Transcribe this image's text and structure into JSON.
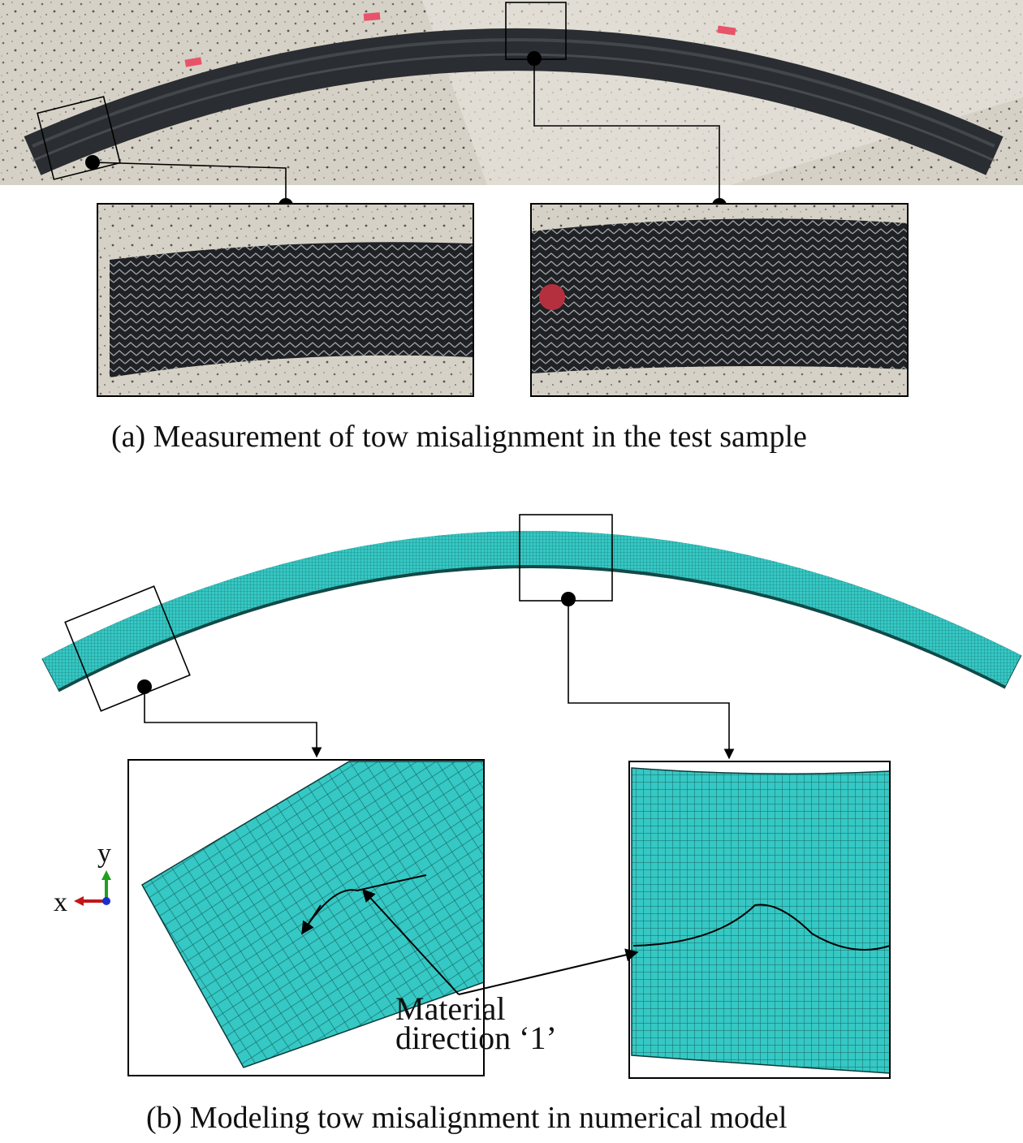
{
  "panel_a": {
    "caption": "(a) Measurement of tow misalignment in the test sample",
    "colors": {
      "background": "#d4cfc4",
      "sample": "#26292c",
      "marker": "#e8536a"
    }
  },
  "panel_b": {
    "caption": "(b) Modeling tow misalignment in numerical model",
    "annotation_line1": "Material",
    "annotation_line2": "direction ‘1’",
    "axis_x": "x",
    "axis_y": "y",
    "colors": {
      "mesh": "#33c6c2",
      "mesh_line": "#135c5a"
    }
  }
}
